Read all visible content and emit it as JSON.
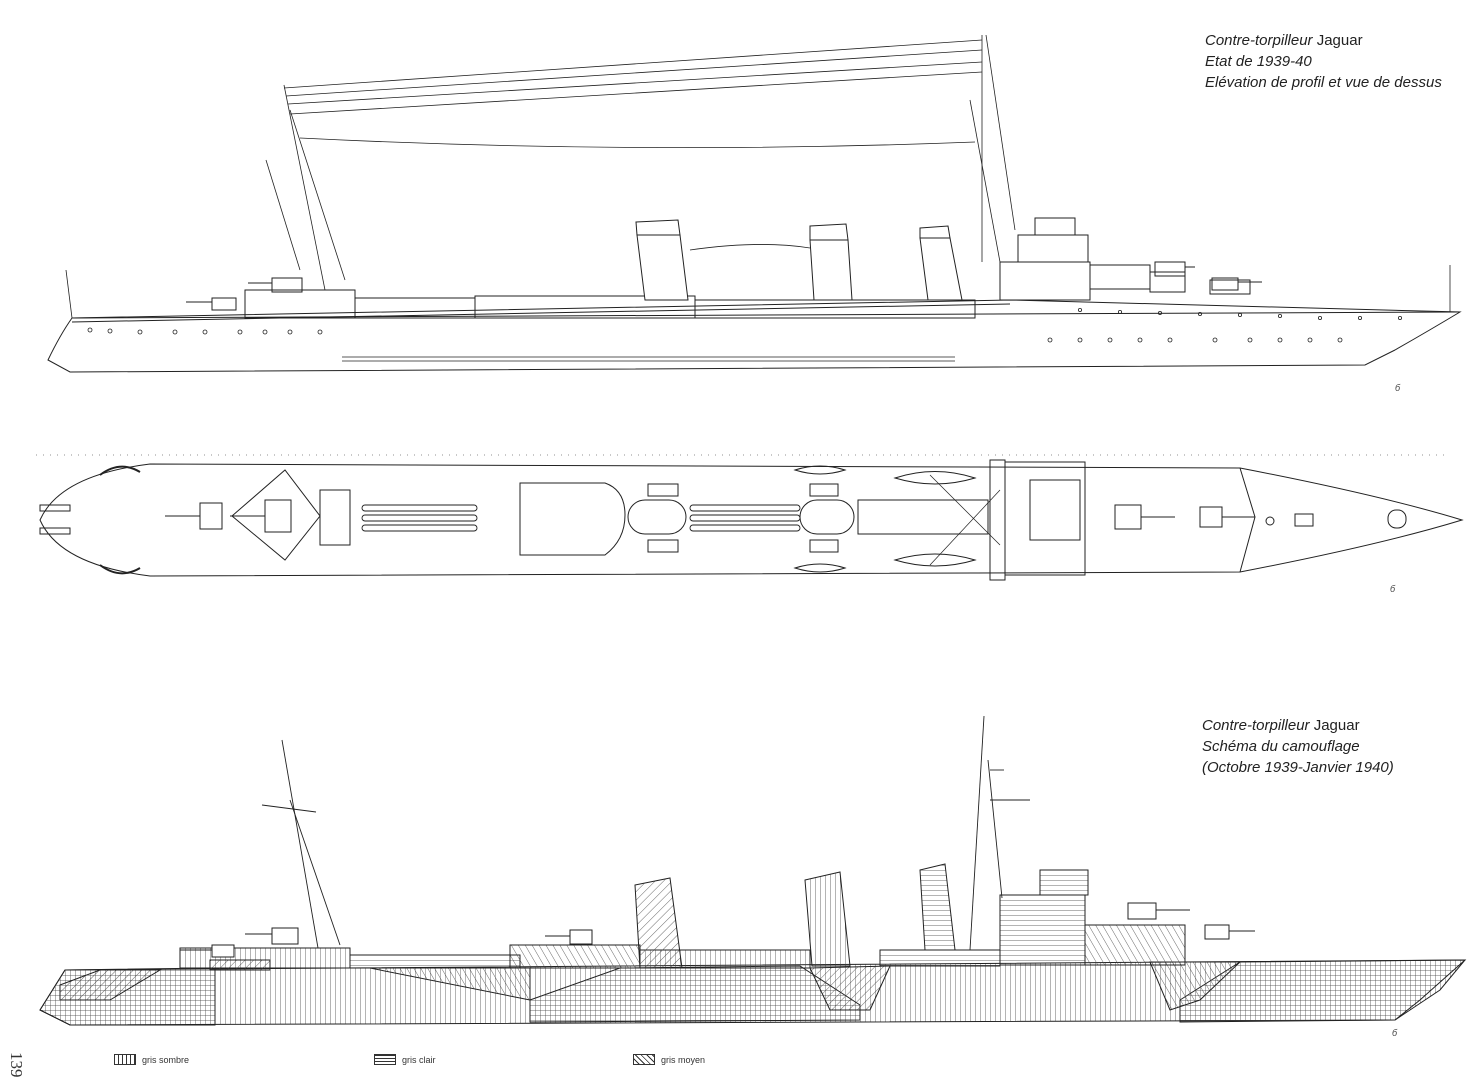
{
  "drawing1": {
    "title_prefix": "Contre-torpilleur",
    "ship_name": "Jaguar",
    "state": "Etat de 1939-40",
    "subtitle": "Elévation de profil et vue de dessus"
  },
  "drawing2": {
    "title_prefix": "Contre-torpilleur",
    "ship_name": "Jaguar",
    "subtitle": "Schéma du camouflage",
    "period": "(Octobre 1939-Janvier 1940)"
  },
  "legend": [
    {
      "label": "gris sombre",
      "pattern": "vertical"
    },
    {
      "label": "gris clair",
      "pattern": "horizontal"
    },
    {
      "label": "gris moyen",
      "pattern": "diagonal"
    }
  ],
  "page_number": "139",
  "signature": "б"
}
